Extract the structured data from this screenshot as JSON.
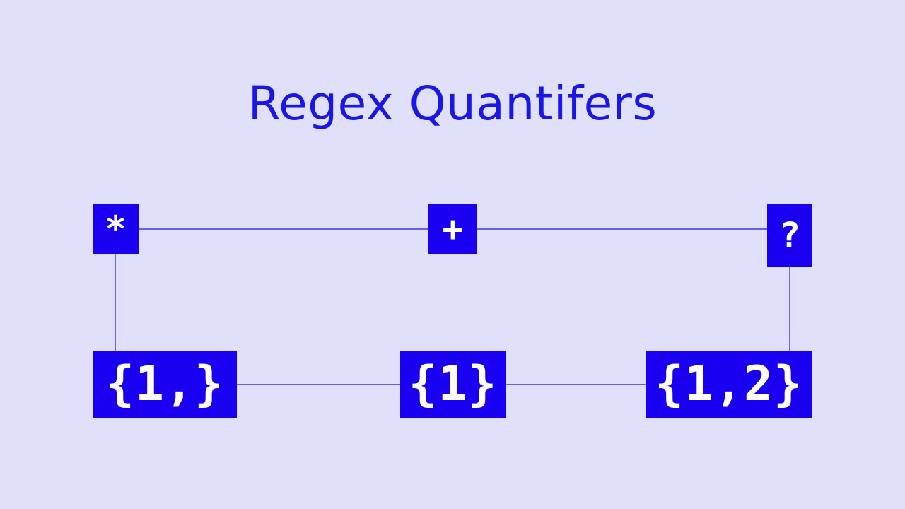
{
  "title": "Regex Quantifers",
  "quantifiers": {
    "star": "*",
    "plus": "+",
    "question": "?",
    "one_or_more": "{1,}",
    "exactly_one": "{1}",
    "one_to_two": "{1,2}"
  },
  "colors": {
    "background": "#e0e0fb",
    "title": "#1a17e6",
    "box": "#1a00f0",
    "box_text": "#ffffff",
    "connector": "#3a37e0"
  }
}
